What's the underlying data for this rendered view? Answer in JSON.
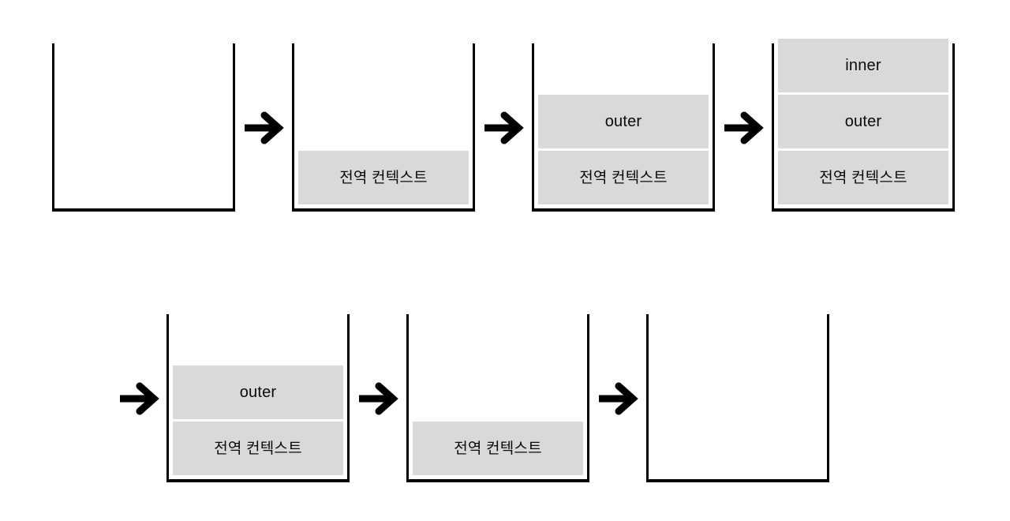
{
  "diagram": {
    "title": "call-stack execution context progression",
    "arrow_glyph": "→",
    "colors": {
      "frame_fill": "#d9d9d9",
      "stroke": "#000000",
      "background": "#ffffff"
    },
    "labels": {
      "global_context": "전역 컨텍스트",
      "outer": "outer",
      "inner": "inner"
    },
    "rows": [
      {
        "steps": [
          {
            "arrow_before": false,
            "frames": []
          },
          {
            "arrow_before": true,
            "frames": [
              "전역 컨텍스트"
            ]
          },
          {
            "arrow_before": true,
            "frames": [
              "outer",
              "전역 컨텍스트"
            ]
          },
          {
            "arrow_before": true,
            "frames": [
              "inner",
              "outer",
              "전역 컨텍스트"
            ]
          }
        ]
      },
      {
        "steps": [
          {
            "arrow_before": true,
            "frames": [
              "outer",
              "전역 컨텍스트"
            ]
          },
          {
            "arrow_before": true,
            "frames": [
              "전역 컨텍스트"
            ]
          },
          {
            "arrow_before": true,
            "frames": []
          }
        ]
      }
    ]
  }
}
